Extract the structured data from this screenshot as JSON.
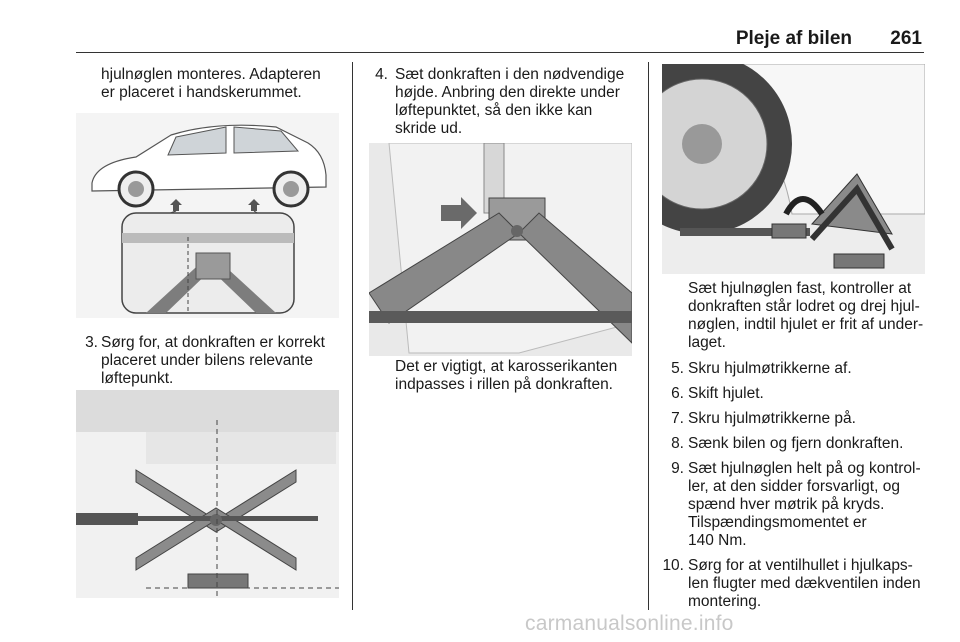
{
  "header": {
    "title": "Pleje af bilen",
    "page_number": "261"
  },
  "column1": {
    "intro": [
      "hjulnøglen monteres. Adapteren",
      "er placeret i handskerummet."
    ],
    "step3": {
      "num": "3.",
      "lines": [
        "Sørg for, at donkraften er korrekt",
        "placeret under bilens relevante",
        "løftepunkt."
      ]
    }
  },
  "column2": {
    "step4": {
      "num": "4.",
      "lines": [
        "Sæt donkraften i den nødvendige",
        "højde. Anbring den direkte under",
        "løftepunktet, så den ikke kan",
        "skride ud."
      ]
    },
    "note": [
      "Det er vigtigt, at karosserikanten",
      "indpasses i rillen på donkraften."
    ]
  },
  "column3": {
    "note": [
      "Sæt hjulnøglen fast, kontroller at",
      "donkraften står lodret og drej hjul-",
      "nøglen, indtil hjulet er frit af under-",
      "laget."
    ],
    "steps": [
      {
        "num": "5.",
        "lines": [
          "Skru hjulmøtrikkerne af."
        ]
      },
      {
        "num": "6.",
        "lines": [
          "Skift hjulet."
        ]
      },
      {
        "num": "7.",
        "lines": [
          "Skru hjulmøtrikkerne på."
        ]
      },
      {
        "num": "8.",
        "lines": [
          "Sænk bilen og fjern donkraften."
        ]
      },
      {
        "num": "9.",
        "lines": [
          "Sæt hjulnøglen helt på og kontrol-",
          "ler, at den sidder forsvarligt, og",
          "spænd hver møtrik på kryds.",
          "Tilspændingsmomentet er",
          "140 Nm."
        ]
      },
      {
        "num": "10.",
        "lines": [
          "Sørg for at ventilhullet i hjulkaps-",
          "len flugter med dækventilen inden",
          "montering."
        ]
      }
    ]
  },
  "watermark": "carmanualsonline.info"
}
